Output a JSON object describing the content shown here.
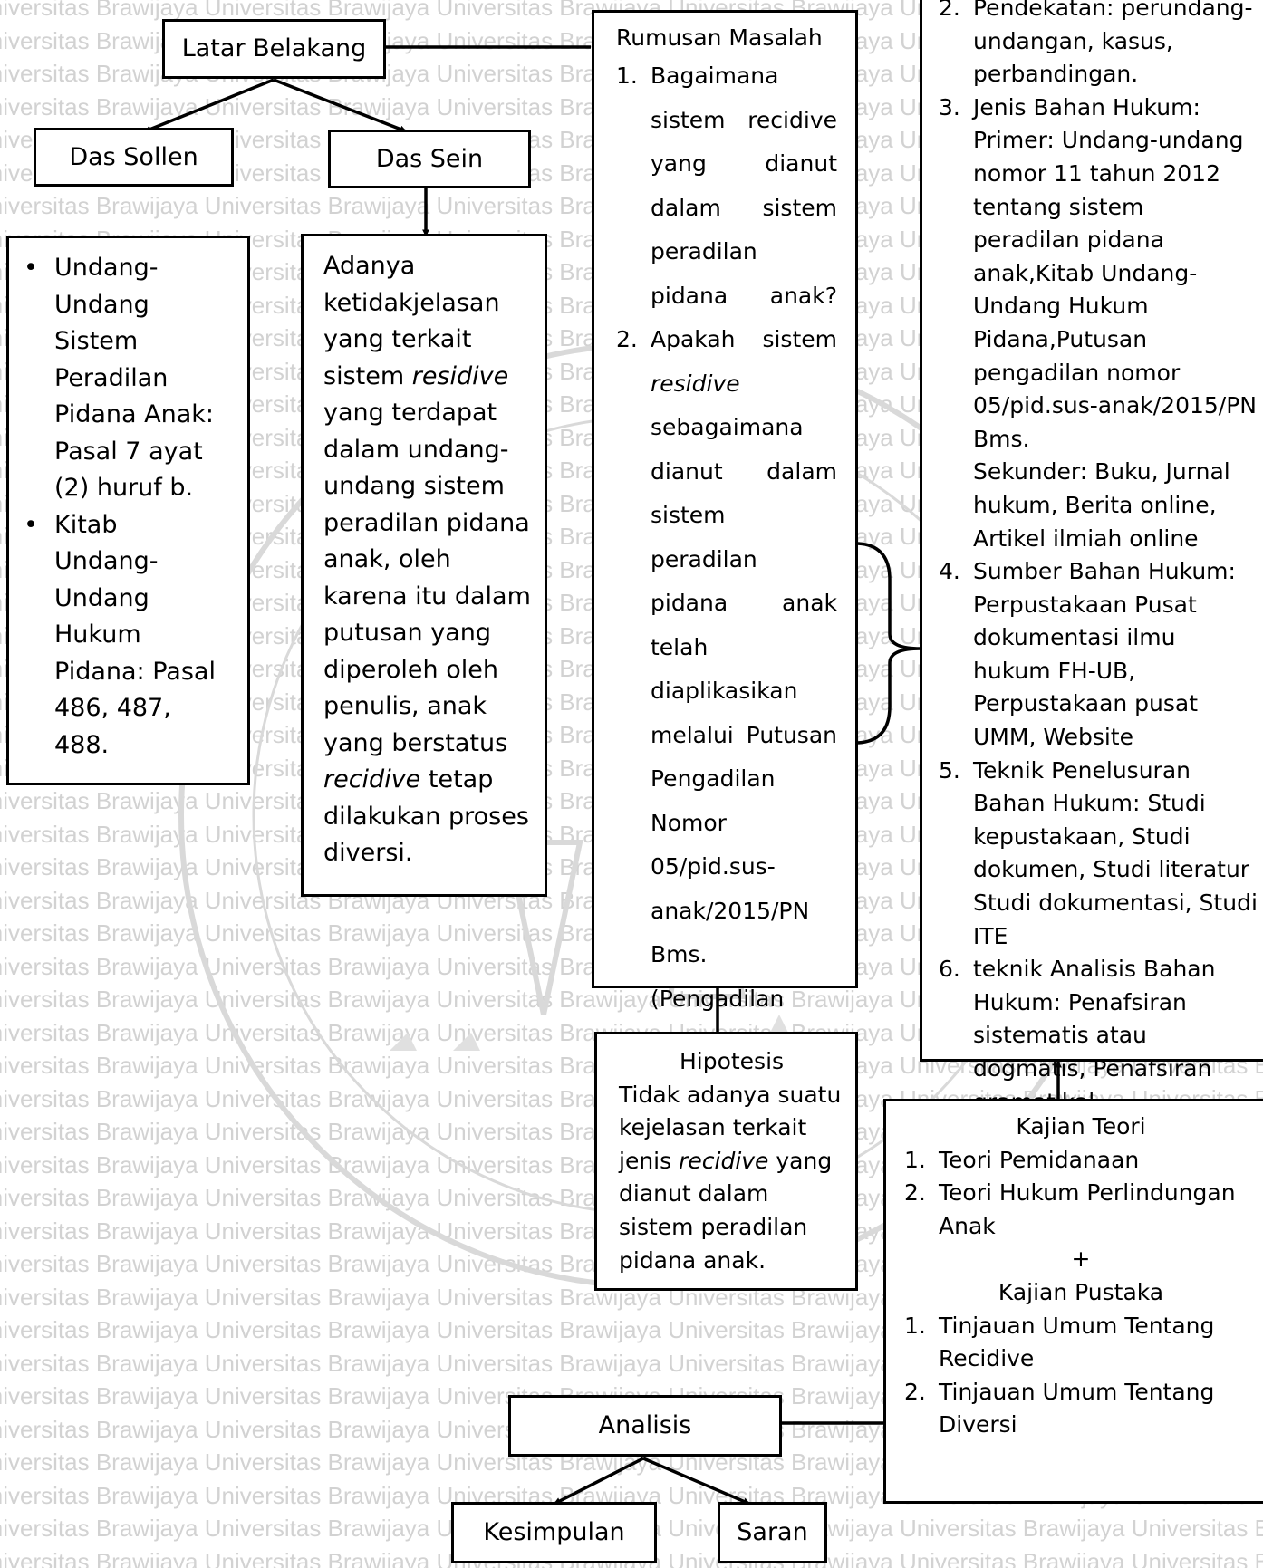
{
  "watermark": {
    "text": "Universitas Brawijaya"
  },
  "nodes": {
    "latar_belakang": "Latar Belakang",
    "das_sollen": "Das Sollen",
    "das_sein": "Das Sein",
    "das_sollen_items": [
      "Undang-Undang Sistem Peradilan Pidana Anak: Pasal 7 ayat (2) huruf b.",
      "Kitab Undang-Undang Hukum Pidana: Pasal 486, 487, 488."
    ],
    "das_sein_text": {
      "p1": "Adanya ketidakjelasan yang terkait sistem ",
      "em1": "residive",
      "p2": " yang terdapat dalam undang-undang sistem peradilan pidana anak, oleh karena itu dalam putusan yang diperoleh oleh penulis, anak yang berstatus ",
      "em2": "recidive",
      "p3": " tetap dilakukan proses diversi."
    },
    "rumusan": {
      "title": "Rumusan Masalah",
      "q1": "Bagaimana sistem recidive yang dianut dalam sistem peradilan pidana anak?",
      "q2_em": "residive",
      "q2_rest": "sebagaimana dianut dalam sistem peradilan pidana anak telah diaplikasikan melalui Putusan Pengadilan Nomor 05/pid.sus-anak/2015/PN Bms. (Pengadilan Negeri",
      "q2_start": "Apakah sistem"
    },
    "metode": {
      "item2": "Pendekatan: perundang-undangan, kasus, perbandingan.",
      "item3_primer": "Jenis Bahan Hukum: Primer: Undang-undang nomor 11 tahun 2012 tentang sistem peradilan pidana anak,Kitab Undang-Undang Hukum Pidana,Putusan pengadilan nomor 05/pid.sus-anak/2015/PN Bms.",
      "item3_sekunder": "Sekunder: Buku,  Jurnal hukum, Berita online, Artikel ilmiah online",
      "item4": "Sumber Bahan Hukum: Perpustakaan Pusat dokumentasi ilmu hukum FH-UB, Perpustakaan pusat UMM, Website",
      "item5": "Teknik Penelusuran Bahan Hukum: Studi kepustakaan, Studi dokumen, Studi literatur Studi dokumentasi, Studi ITE",
      "item6": "teknik Analisis Bahan Hukum: Penafsiran sistematis atau dogmatis, Penafsiran gramatikal"
    },
    "hipotesis": {
      "title": "Hipotesis",
      "t1": "Tidak adanya suatu kejelasan terkait jenis ",
      "em": "recidive",
      "t2": " yang dianut dalam sistem peradilan pidana anak."
    },
    "kajian": {
      "teori_title": "Kajian Teori",
      "teori_items": [
        "Teori Pemidanaan",
        "Teori Hukum Perlindungan Anak"
      ],
      "plus": "+",
      "pustaka_title": "Kajian Pustaka",
      "pustaka_items": [
        "Tinjauan Umum Tentang Recidive",
        "Tinjauan Umum Tentang Diversi"
      ]
    },
    "analisis": "Analisis",
    "kesimpulan": "Kesimpulan",
    "saran": "Saran"
  }
}
